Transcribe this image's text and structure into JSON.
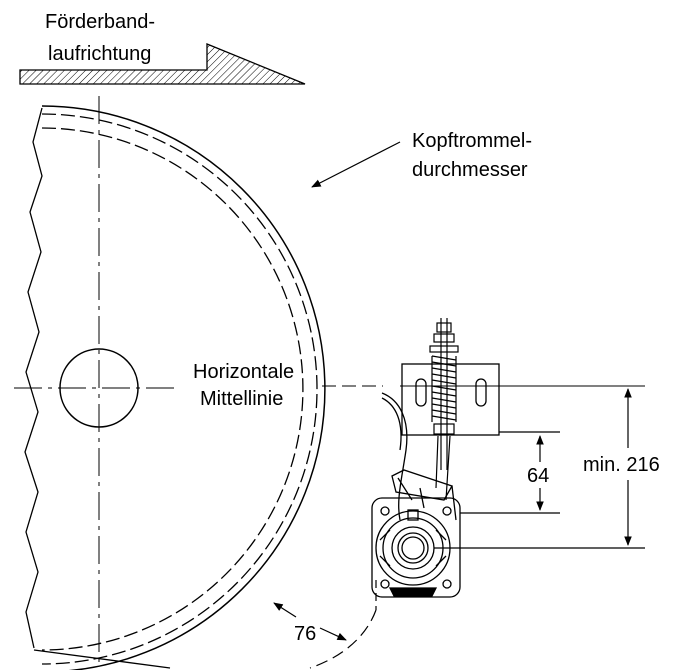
{
  "labels": {
    "belt_direction_line1": "Förderband-",
    "belt_direction_line2": "laufrichtung",
    "drum_diameter_line1": "Kopftrommel-",
    "drum_diameter_line2": "durchmesser",
    "horizontal_centerline_line1": "Horizontale",
    "horizontal_centerline_line2": "Mittellinie",
    "dim_64": "64",
    "dim_min_216": "min. 216",
    "dim_76": "76"
  }
}
